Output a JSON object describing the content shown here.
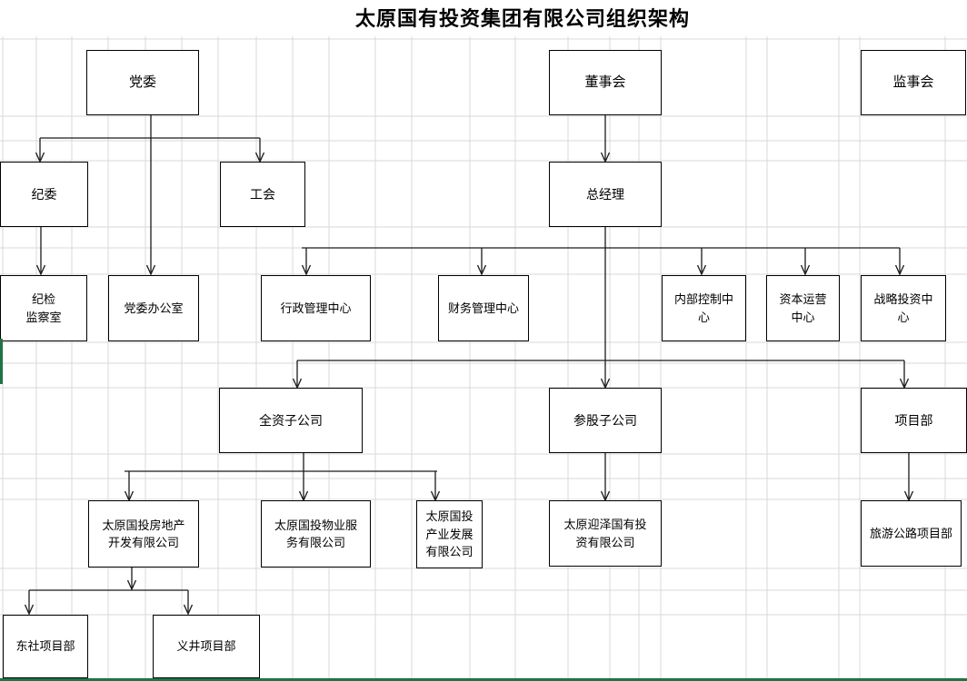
{
  "title": "太原国有投资集团有限公司组织架构",
  "nodes": {
    "dangwei": "党委",
    "dongshihui": "董事会",
    "jianshihui": "监事会",
    "jiwei": "纪委",
    "gonghui": "工会",
    "zongjingli": "总经理",
    "jijian": "纪检\n监察室",
    "dangban": "党委办公室",
    "xingzheng": "行政管理中心",
    "caiwu": "财务管理中心",
    "neibu": "内部控制中\n心",
    "ziben": "资本运营\n中心",
    "zhanlve": "战略投资中\n心",
    "quanzi": "全资子公司",
    "cangu": "参股子公司",
    "xiangmubu": "项目部",
    "fangdichan": "太原国投房地产\n开发有限公司",
    "wuye": "太原国投物业服\n务有限公司",
    "chanye": "太原国投\n产业发展\n有限公司",
    "yingze": "太原迎泽国有投\n资有限公司",
    "lvyou": "旅游公路项目部",
    "dongshe": "东社项目部",
    "yijing": "义井项目部"
  },
  "colors": {
    "selection_green": "#217346",
    "connector": "#1a1a1a",
    "gridline": "#d9d9d9"
  }
}
